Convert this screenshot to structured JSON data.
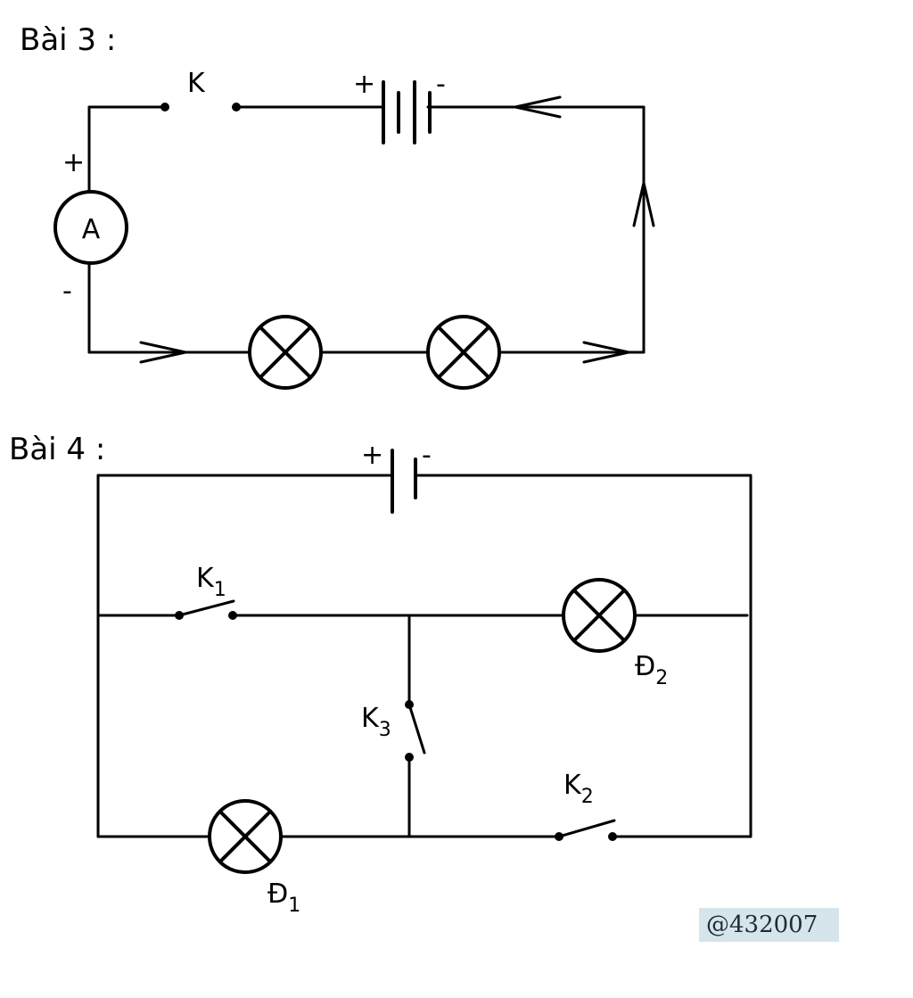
{
  "bai3": {
    "title": "Bài 3 :",
    "switch_label": "K",
    "battery_plus": "+",
    "battery_minus": "-",
    "ammeter_label": "A",
    "ammeter_plus": "+",
    "ammeter_minus": "-"
  },
  "bai4": {
    "title": "Bài 4 :",
    "battery_plus": "+",
    "battery_minus": "-",
    "k1": {
      "main": "K",
      "sub": "1"
    },
    "k2": {
      "main": "K",
      "sub": "2"
    },
    "k3": {
      "main": "K",
      "sub": "3"
    },
    "d1": {
      "main": "Đ",
      "sub": "1"
    },
    "d2": {
      "main": "Đ",
      "sub": "2"
    }
  },
  "watermark": "@432007"
}
